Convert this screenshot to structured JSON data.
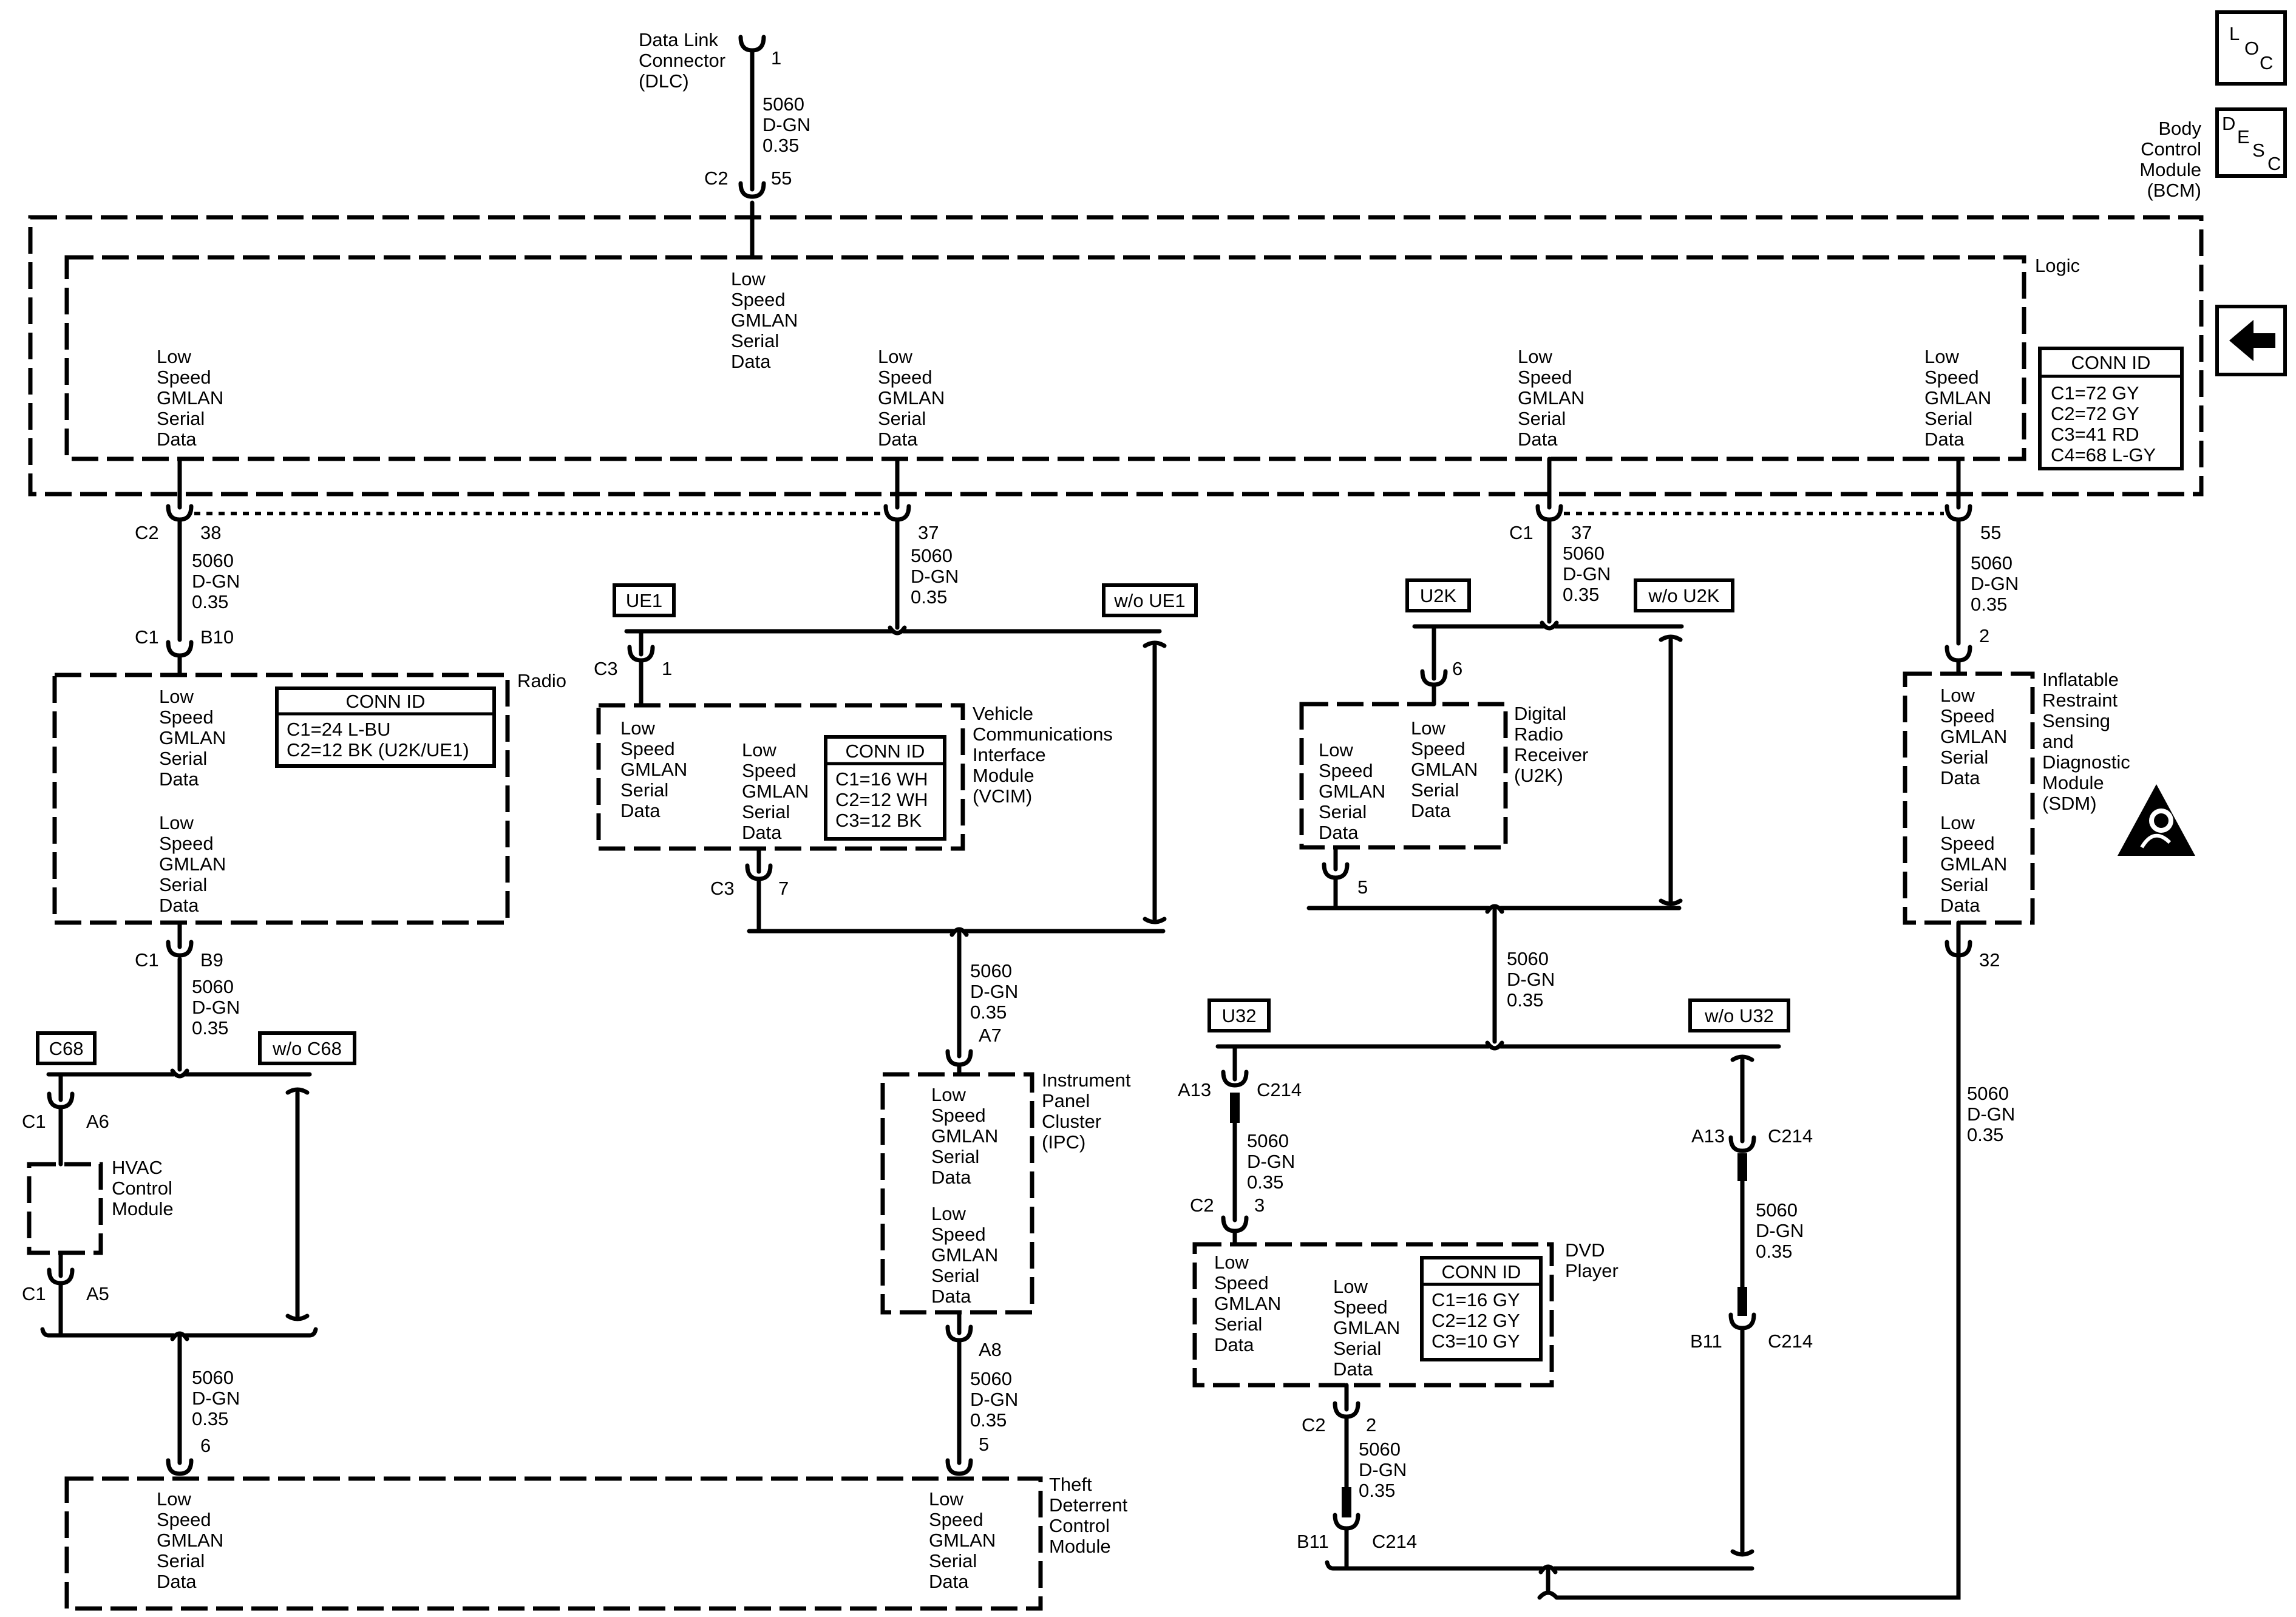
{
  "corner": {
    "loc_icon": "loc-symbol",
    "loc_letters": [
      "L",
      "O",
      "C"
    ],
    "desc_icon": "desc-symbol",
    "desc_letters": [
      "D",
      "E",
      "S",
      "C"
    ],
    "back_icon": "left-arrow-icon",
    "sdm_warning_icon": "airbag-warning-triangle-icon"
  },
  "modules": {
    "dlc": [
      "Data Link",
      "Connector",
      "(DLC)"
    ],
    "bcm": [
      "Body",
      "Control",
      "Module",
      "(BCM)"
    ],
    "logic": "Logic",
    "radio": "Radio",
    "vcim": [
      "Vehicle",
      "Communications",
      "Interface",
      "Module",
      "(VCIM)"
    ],
    "radio_receiver": [
      "Digital",
      "Radio",
      "Receiver",
      "(U2K)"
    ],
    "sdm": [
      "Inflatable",
      "Restraint",
      "Sensing",
      "and",
      "Diagnostic",
      "Module",
      "(SDM)"
    ],
    "hvac": [
      "HVAC",
      "Control",
      "Module"
    ],
    "ipc": [
      "Instrument",
      "Panel",
      "Cluster",
      "(IPC)"
    ],
    "dvd": [
      "DVD",
      "Player"
    ],
    "theft": [
      "Theft",
      "Deterrent",
      "Control",
      "Module"
    ]
  },
  "signal_lines": [
    "Low",
    "Speed",
    "GMLAN",
    "Serial",
    "Data"
  ],
  "wire_lines": [
    "5060",
    "D-GN",
    "0.35"
  ],
  "conn_tables": {
    "bcm": {
      "header": "CONN ID",
      "rows": [
        "C1=72 GY",
        "C2=72 GY",
        "C3=41 RD",
        "C4=68 L-GY"
      ]
    },
    "radio": {
      "header": "CONN ID",
      "rows": [
        "C1=24 L-BU",
        "C2=12 BK (U2K/UE1)"
      ]
    },
    "vcim": {
      "header": "CONN ID",
      "rows": [
        "C1=16 WH",
        "C2=12 WH",
        "C3=12 BK"
      ]
    },
    "dvd": {
      "header": "CONN ID",
      "rows": [
        "C1=16 GY",
        "C2=12 GY",
        "C3=10 GY"
      ]
    }
  },
  "options": {
    "ue1": "UE1",
    "wo_ue1": "w/o UE1",
    "u2k": "U2K",
    "wo_u2k": "w/o U2K",
    "c68": "C68",
    "wo_c68": "w/o C68",
    "u32": "U32",
    "wo_u32": "w/o U32"
  },
  "connectors": {
    "dlc_pin": "1",
    "bcm_c2": "C2",
    "bcm_c2_pin": "55",
    "bcm_lc2": "C2",
    "bcm_lc2_pin": "38",
    "bcm_vcim_pin": "37",
    "bcm_c1": "C1",
    "bcm_c1_pin": "37",
    "bcm_sdm_pin": "55",
    "radio_c1_top": "C1",
    "radio_b10": "B10",
    "radio_c1_bot": "C1",
    "radio_b9": "B9",
    "vcim_c3_top": "C3",
    "vcim_pin1": "1",
    "vcim_c3_bot": "C3",
    "vcim_pin7": "7",
    "u2k_pin6": "6",
    "u2k_pin5": "5",
    "sdm_pin2": "2",
    "sdm_pin32": "32",
    "hvac_c1_top": "C1",
    "hvac_a6": "A6",
    "hvac_c1_bot": "C1",
    "hvac_a5": "A5",
    "ipc_a7": "A7",
    "ipc_a8": "A8",
    "theft_pin6": "6",
    "theft_pin5": "5",
    "u32_a13": "A13",
    "u32_c214": "C214",
    "dvd_c2_top": "C2",
    "dvd_pin3": "3",
    "dvd_c2_bot": "C2",
    "dvd_pin2": "2",
    "dvd_b11": "B11",
    "dvd_b11_c214": "C214",
    "wo_a13": "A13",
    "wo_a13_c214": "C214",
    "wo_b11": "B11",
    "wo_b11_c214": "C214"
  }
}
